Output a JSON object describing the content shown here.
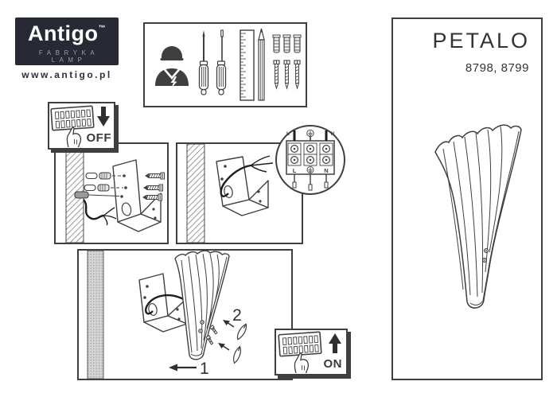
{
  "brand": {
    "name": "Antigo",
    "trademark": "™",
    "tagline": "FABRYKA LAMP",
    "website": "www.antigo.pl"
  },
  "product": {
    "name": "PETALO",
    "models": "8798, 8799"
  },
  "power": {
    "off_label": "OFF",
    "on_label": "ON"
  },
  "terminal": {
    "live": "L",
    "neutral": "N"
  },
  "steps": {
    "step1": "1",
    "step2": "2"
  },
  "icons": {
    "tools_box": [
      "electrician",
      "phillips-screwdriver",
      "flat-screwdriver",
      "ruler",
      "pencil",
      "wall-anchors",
      "wood-screws"
    ],
    "power_boxes": [
      "breaker-panel",
      "pressing-hand",
      "arrow-down",
      "arrow-up"
    ],
    "wiring_detail": [
      "terminal-block",
      "earth-symbol"
    ]
  },
  "colors": {
    "line": "#3f3f3f",
    "logo_background": "#272935",
    "logo_tagline": "#9b9da8",
    "wall_hatch": "#8f8f8f",
    "wall_gray": "#d4d4d4"
  }
}
